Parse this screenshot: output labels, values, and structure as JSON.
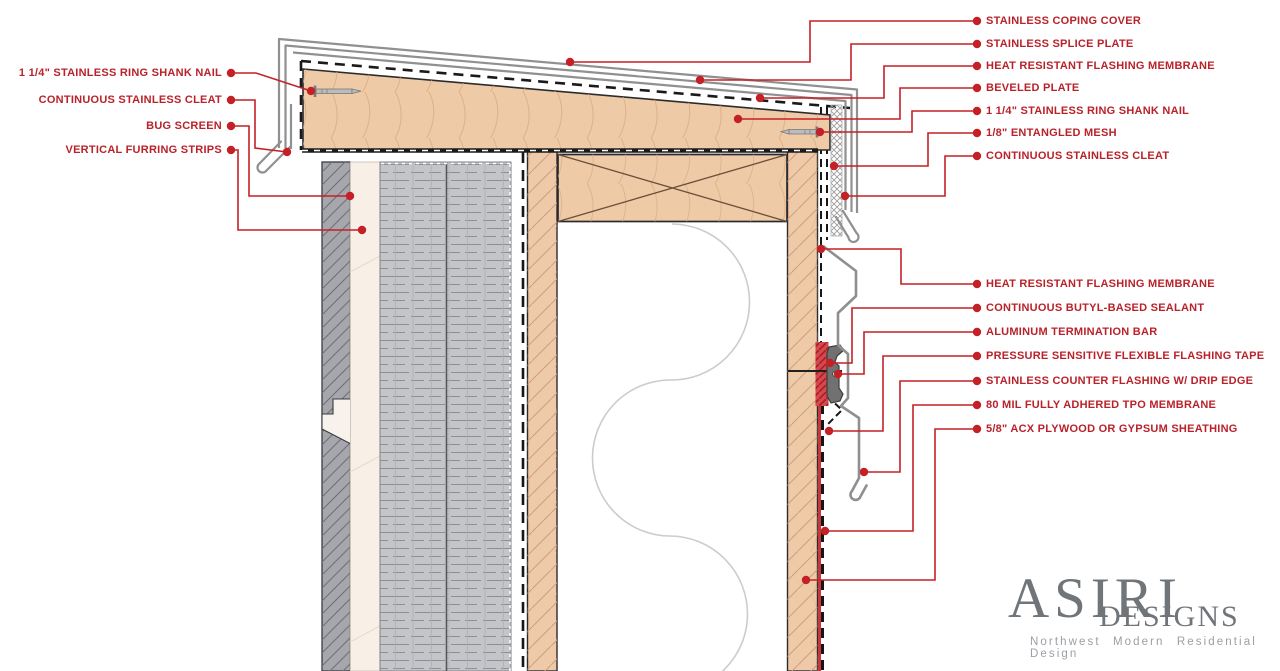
{
  "callouts": {
    "left": [
      {
        "text": "1 1/4\" STAINLESS RING SHANK NAIL"
      },
      {
        "text": "CONTINUOUS STAINLESS CLEAT"
      },
      {
        "text": "BUG SCREEN"
      },
      {
        "text": "VERTICAL FURRING STRIPS"
      }
    ],
    "right_top": [
      {
        "text": "STAINLESS COPING COVER"
      },
      {
        "text": "STAINLESS SPLICE PLATE"
      },
      {
        "text": "HEAT RESISTANT FLASHING MEMBRANE"
      },
      {
        "text": "BEVELED PLATE"
      },
      {
        "text": "1 1/4\" STAINLESS RING SHANK NAIL"
      },
      {
        "text": "1/8\" ENTANGLED MESH"
      },
      {
        "text": "CONTINUOUS STAINLESS CLEAT"
      }
    ],
    "right_middle": [
      {
        "text": "HEAT RESISTANT FLASHING MEMBRANE"
      },
      {
        "text": "CONTINUOUS BUTYL-BASED SEALANT"
      },
      {
        "text": "ALUMINUM TERMINATION BAR"
      },
      {
        "text": "PRESSURE SENSITIVE FLEXIBLE FLASHING TAPE"
      },
      {
        "text": "STAINLESS COUNTER FLASHING W/ DRIP EDGE"
      },
      {
        "text": "80 MIL FULLY ADHERED TPO MEMBRANE"
      },
      {
        "text": "5/8\" ACX PLYWOOD OR GYPSUM SHEATHING"
      }
    ]
  },
  "brand": {
    "name_primary": "ASIRI",
    "name_secondary": "DESIGNS",
    "tagline": "Northwest Modern Residential Design"
  },
  "colors": {
    "callout_red": "#c0262c",
    "leader_red": "#c42127",
    "wood_tan": "#efcaa7",
    "metal_gray": "#909090",
    "cladding_gray": "#a6a7ad",
    "insulation_gray": "#c4c5c9",
    "furring_cream": "#f8efe6",
    "tpo_red": "#c8373c",
    "logo_gray": "#70757a"
  }
}
